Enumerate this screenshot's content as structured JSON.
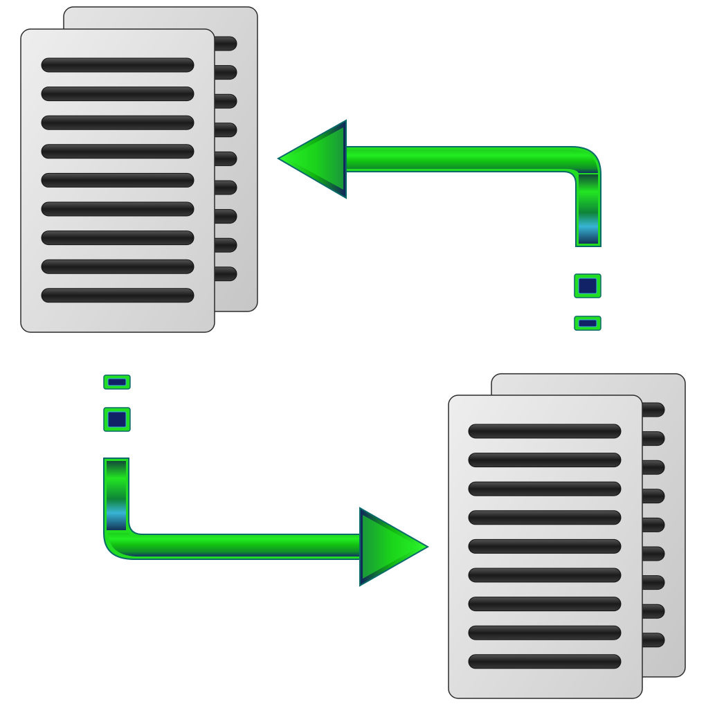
{
  "icon": "document-sync-icon",
  "documents": [
    {
      "name": "top-left-document-stack",
      "lines": 9
    },
    {
      "name": "bottom-right-document-stack",
      "lines": 9
    }
  ],
  "arrows": [
    {
      "name": "arrow-to-top-left-documents",
      "direction": "left"
    },
    {
      "name": "arrow-to-bottom-right-documents",
      "direction": "right"
    }
  ],
  "colors": {
    "page": "#e6e6e6",
    "page_back": "#dadada",
    "page_border": "#2b2b2b",
    "line": "#333333",
    "arrow_green": "#22e622",
    "arrow_blue": "#11225e",
    "arrow_light": "#3ab0e8"
  }
}
